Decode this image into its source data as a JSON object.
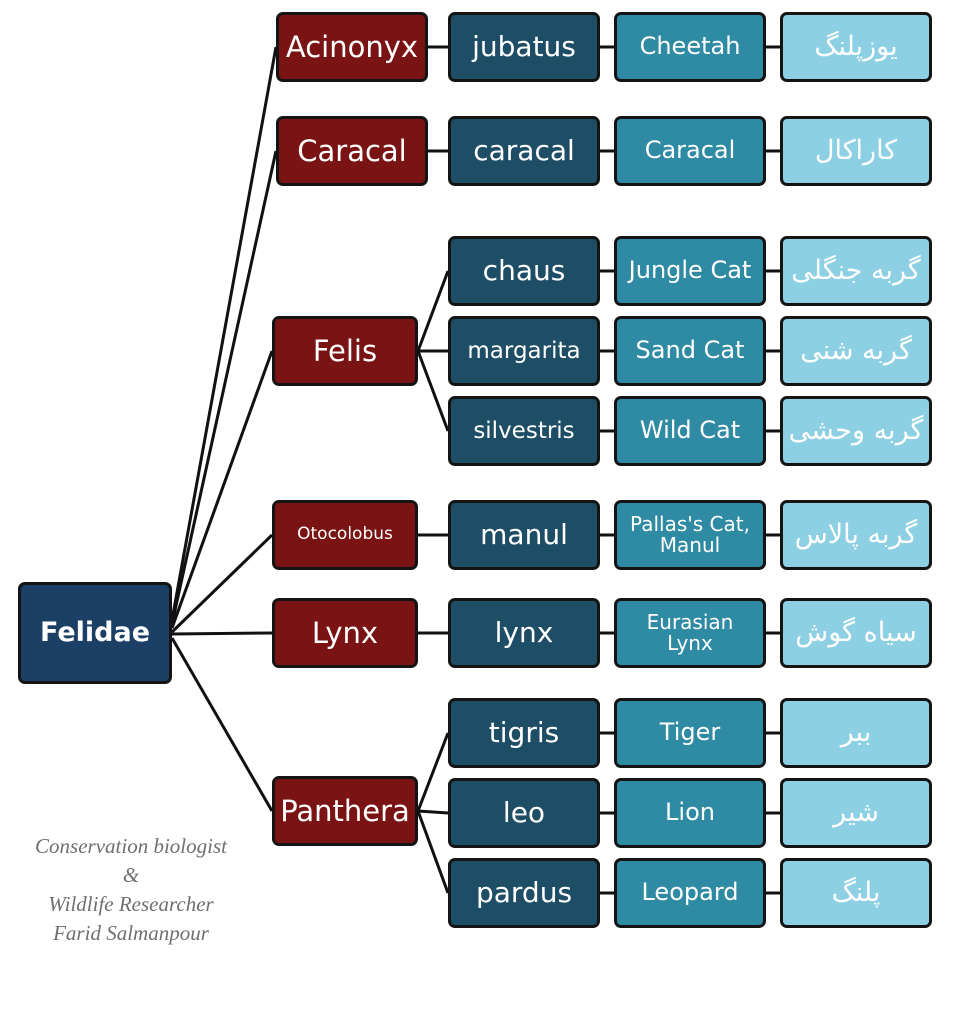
{
  "root": {
    "label": "Felidae"
  },
  "genera": [
    {
      "name": "Acinonyx",
      "species": [
        {
          "epithet": "jubatus",
          "common": "Cheetah",
          "persian": "یوزپلنگ"
        }
      ]
    },
    {
      "name": "Caracal",
      "species": [
        {
          "epithet": "caracal",
          "common": "Caracal",
          "persian": "کاراکال"
        }
      ]
    },
    {
      "name": "Felis",
      "species": [
        {
          "epithet": "chaus",
          "common": "Jungle Cat",
          "persian": "گربه جنگلی"
        },
        {
          "epithet": "margarita",
          "common": "Sand Cat",
          "persian": "گربه شنی"
        },
        {
          "epithet": "silvestris",
          "common": "Wild Cat",
          "persian": "گربه وحشی"
        }
      ]
    },
    {
      "name": "Otocolobus",
      "species": [
        {
          "epithet": "manul",
          "common": "Pallas's Cat,\nManul",
          "persian": "گربه پالاس"
        }
      ]
    },
    {
      "name": "Lynx",
      "species": [
        {
          "epithet": "lynx",
          "common": "Eurasian\nLynx",
          "persian": "سیاه گوش"
        }
      ]
    },
    {
      "name": "Panthera",
      "species": [
        {
          "epithet": "tigris",
          "common": "Tiger",
          "persian": "ببر"
        },
        {
          "epithet": "leo",
          "common": "Lion",
          "persian": "شیر"
        },
        {
          "epithet": "pardus",
          "common": "Leopard",
          "persian": "پلنگ"
        }
      ]
    }
  ],
  "credit": {
    "line1": "Conservation biologist",
    "line2": "&",
    "line3": "Wildlife Researcher",
    "line4": "Farid Salmanpour"
  },
  "colors": {
    "root": "#1c3f66",
    "genus": "#7a1313",
    "species": "#1e4e65",
    "common": "#2f8aa3",
    "persian": "#8dd0e3",
    "connector": "#111111"
  }
}
